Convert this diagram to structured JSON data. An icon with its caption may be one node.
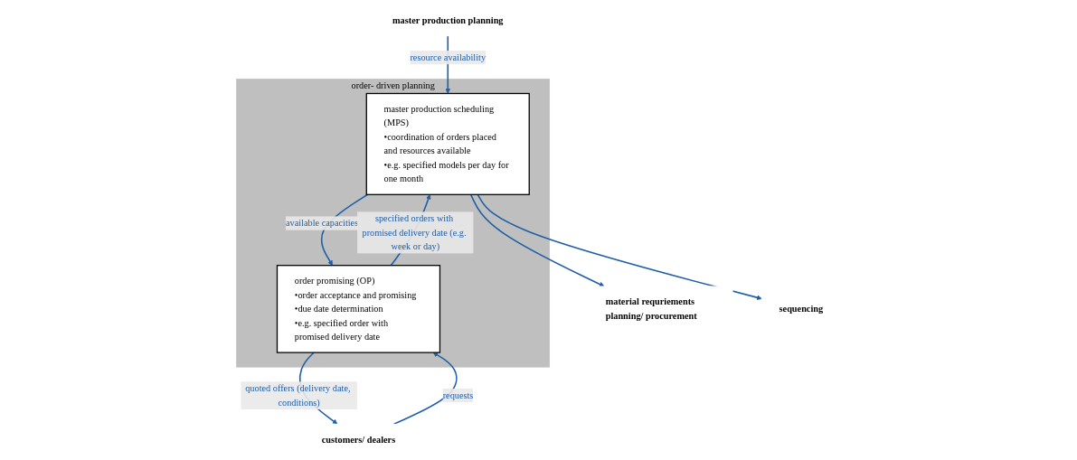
{
  "diagram": {
    "nodes": [
      {
        "text": [
          "order- driven planning"
        ]
      },
      {
        "text": [
          "master production scheduling (MPS)",
          "•coordination of orders placed and resources available",
          "•e.g. specified models per day for one month"
        ],
        "in": 0
      },
      {
        "text": [
          "order promising (OP)",
          "•order acceptance and promising",
          "•due date determination",
          "•e.g. specified order with promised delivery date"
        ],
        "in": 0
      },
      {
        "text": [
          "master production planning"
        ]
      },
      {
        "text": [
          "material requriements planning/ procurement"
        ]
      },
      {
        "text": [
          "sequencing"
        ]
      },
      {
        "text": [
          "customers/ dealers"
        ]
      }
    ],
    "edges": [
      {
        "from": 3,
        "to": 1,
        "arrow": "to",
        "label": "resource availability"
      },
      {
        "from": 1,
        "to": 2,
        "arrow": "to",
        "label": "available capacities"
      },
      {
        "from": 1,
        "to": 4,
        "arrow": "to"
      },
      {
        "from": 1,
        "to": 5,
        "arrow": "to"
      },
      {
        "from": 2,
        "to": 1,
        "arrow": "to",
        "label": "specified orders with promised delivery date (e.g. week or day)"
      },
      {
        "from": 6,
        "to": 2,
        "arrow": "to",
        "label": "requests"
      },
      {
        "from": 2,
        "to": 6,
        "arrow": "to",
        "label": "quoted offers (delivery date, conditions)"
      }
    ]
  }
}
